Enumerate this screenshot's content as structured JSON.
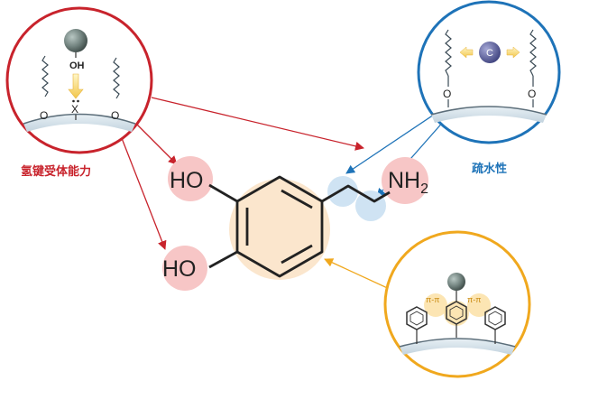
{
  "labels": {
    "hbond": "氢键受体能力",
    "hydrophobic": "疏水性"
  },
  "molecule": {
    "hydroxyl_top": "HO",
    "hydroxyl_bottom": "HO",
    "amine_base": "NH",
    "amine_sub": "2"
  },
  "hbond_detail": {
    "oh_label": "OH",
    "acceptor_label": "X",
    "oxygen_label": "O"
  },
  "hydrophobic_detail": {
    "carbon_label": "C",
    "oxygen_label": "O"
  },
  "pi_detail": {
    "pi_label": "π-π"
  },
  "colors": {
    "red": "#c8232c",
    "blue": "#1e73b8",
    "orange": "#f0a81e",
    "pink_highlight": "#f7c6c6",
    "blue_highlight": "#cfe3f3",
    "peach_highlight": "#fbe3c8",
    "surface": "#dbe7ef",
    "sphere": "#6d7c7a"
  }
}
